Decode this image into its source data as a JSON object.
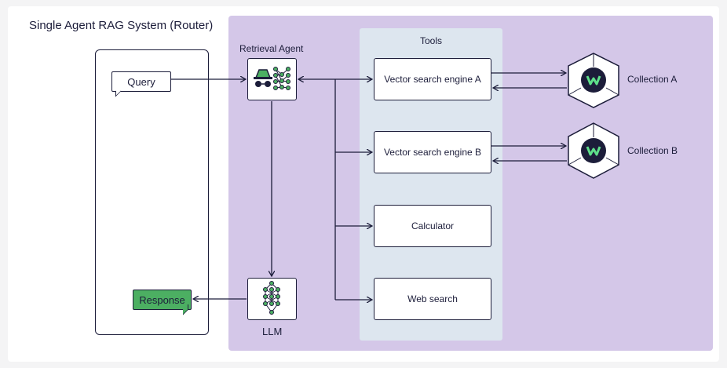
{
  "diagram": {
    "title": "Single Agent RAG System (Router)",
    "query_label": "Query",
    "response_label": "Response",
    "retrieval_agent_label": "Retrieval Agent",
    "llm_label": "LLM",
    "tools_title": "Tools",
    "tools": [
      {
        "label": "Vector search engine A"
      },
      {
        "label": "Vector search engine B"
      },
      {
        "label": "Calculator"
      },
      {
        "label": "Web search"
      }
    ],
    "collections": [
      {
        "label": "Collection A"
      },
      {
        "label": "Collection B"
      }
    ]
  },
  "colors": {
    "ink": "#1c1d3a",
    "agent_region": "#d4c7e8",
    "tools_panel": "#dde6ef",
    "response_fill": "#4caf62",
    "weaviate_logo": "#1c1d3a",
    "weaviate_accent": "#5ee08a"
  }
}
